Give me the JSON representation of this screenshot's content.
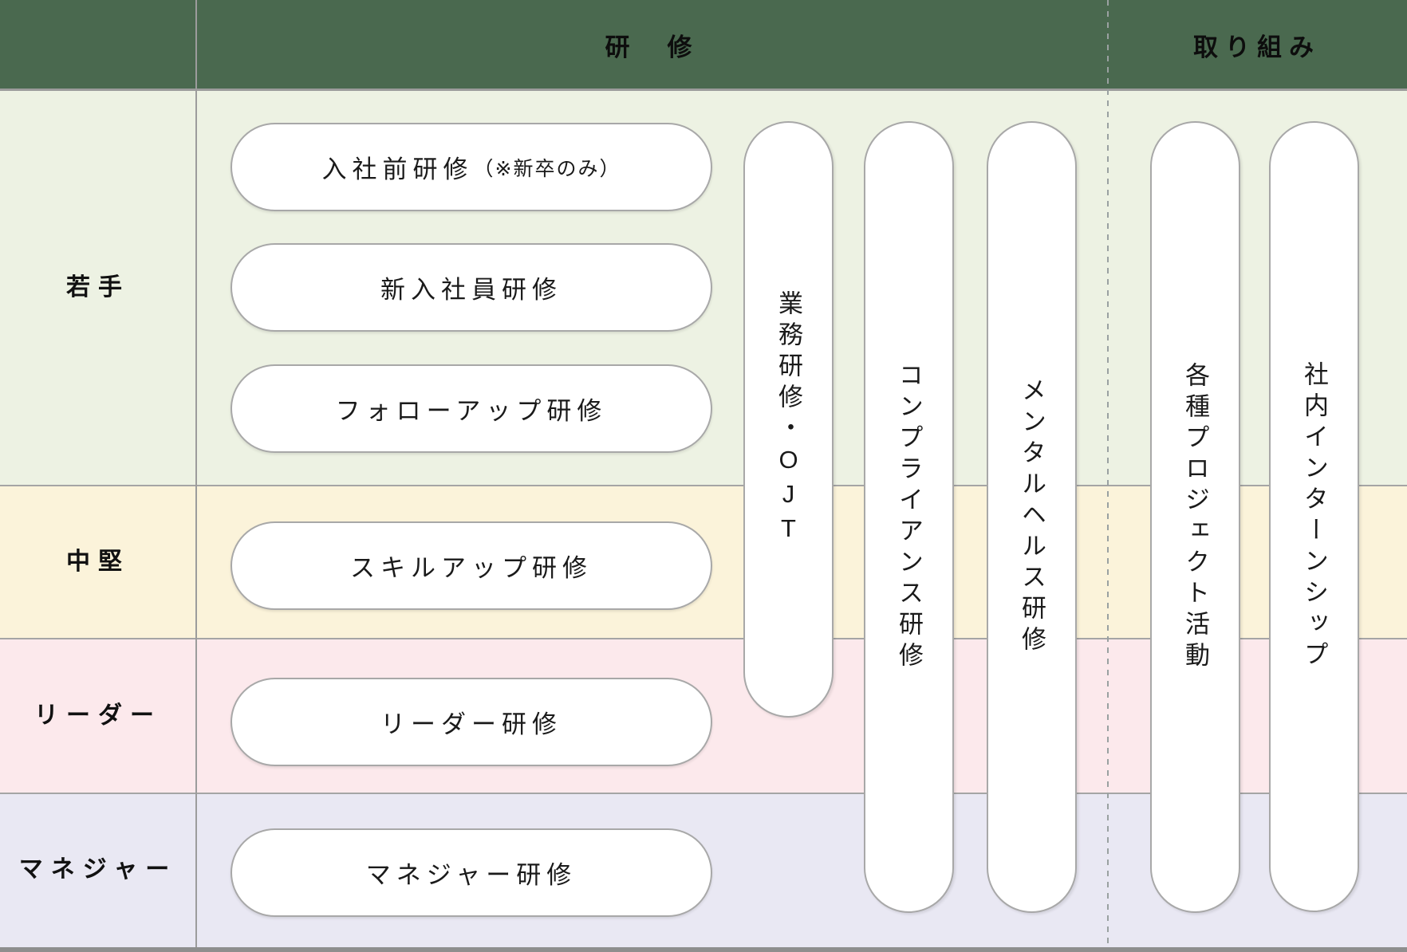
{
  "sections": {
    "training": {
      "title": "研　修"
    },
    "initiatives": {
      "title": "取り組み"
    }
  },
  "rows": [
    {
      "label": "若手",
      "bg": "#edf2e3"
    },
    {
      "label": "中堅",
      "bg": "#fbf3da"
    },
    {
      "label": "リーダー",
      "bg": "#fce9ec"
    },
    {
      "label": "マネジャー",
      "bg": "#e9e8f3"
    }
  ],
  "training_pills": [
    {
      "main": "入社前研修",
      "note": "（※新卒のみ）",
      "row": "若手"
    },
    {
      "main": "新入社員研修",
      "row": "若手"
    },
    {
      "main": "フォローアップ研修",
      "row": "若手"
    },
    {
      "main": "スキルアップ研修",
      "row": "中堅"
    },
    {
      "main": "リーダー研修",
      "row": "リーダー"
    },
    {
      "main": "マネジャー研修",
      "row": "マネジャー"
    }
  ],
  "vertical_pills": [
    {
      "label": "業務研修・OJT",
      "section": "研修"
    },
    {
      "label": "コンプライアンス研修",
      "section": "研修"
    },
    {
      "label": "メンタルヘルス研修",
      "section": "研修"
    },
    {
      "label": "各種プロジェクト活動",
      "section": "取り組み"
    },
    {
      "label": "社内インターンシップ",
      "section": "取り組み"
    }
  ],
  "colors": {
    "header_bg": "#4a694f",
    "row_wakate_bg": "#edf2e3",
    "row_chuken_bg": "#fbf3da",
    "row_leader_bg": "#fce9ec",
    "row_manager_bg": "#e9e8f3",
    "pill_bg": "#ffffff",
    "pill_border": "#a8a8a8",
    "grid_line": "#9c9c9c",
    "section_divider_dash": "#9aa1a1",
    "text": "#1a1a1a"
  }
}
